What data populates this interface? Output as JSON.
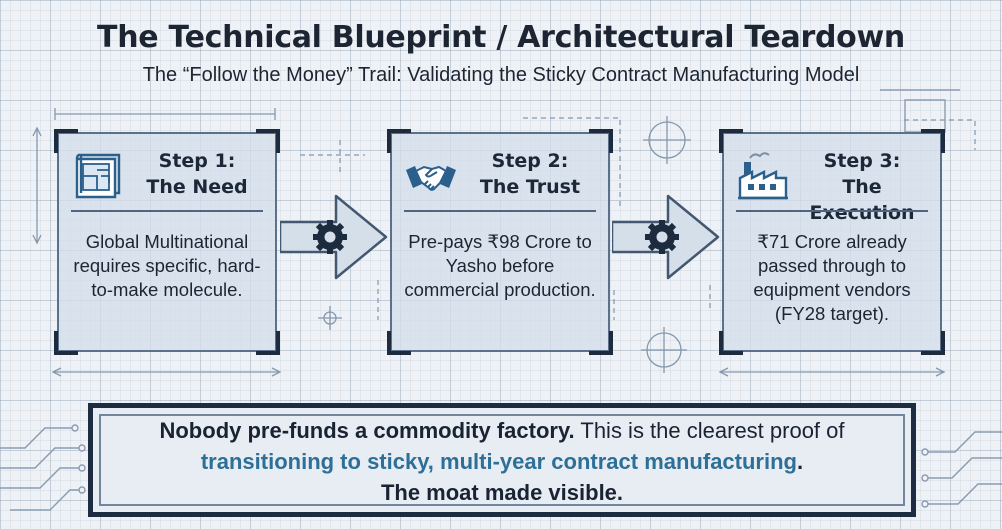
{
  "title": "The Technical Blueprint / Architectural Teardown",
  "subtitle": "The “Follow the Money” Trail: Validating the Sticky Contract Manufacturing Model",
  "steps": [
    {
      "heading": "Step 1:",
      "name": "The Need",
      "icon": "blueprint-icon",
      "body": "Global Multinational requires specific, hard-to-make molecule."
    },
    {
      "heading": "Step 2:",
      "name": "The Trust",
      "icon": "handshake-icon",
      "body": "Pre-pays ₹98 Crore to Yasho before commercial production."
    },
    {
      "heading": "Step 3:",
      "name": "The Execution",
      "icon": "factory-icon",
      "body": "₹71 Crore already passed through to equipment vendors (FY28 target)."
    }
  ],
  "connectors": [
    {
      "icon": "gear-icon"
    },
    {
      "icon": "gear-icon"
    }
  ],
  "conclusion": {
    "lead": "Nobody pre-funds a commodity factory.",
    "rest": " This is the clearest proof of",
    "highlight": "transitioning to sticky, multi-year contract manufacturing",
    "period": ".",
    "closing": "The moat made visible."
  },
  "colors": {
    "background": "#eef2f6",
    "card_fill": "#d3deea",
    "frame_dark": "#1c2b3d",
    "accent_blue": "#2e6f98",
    "text": "#1d2533"
  }
}
